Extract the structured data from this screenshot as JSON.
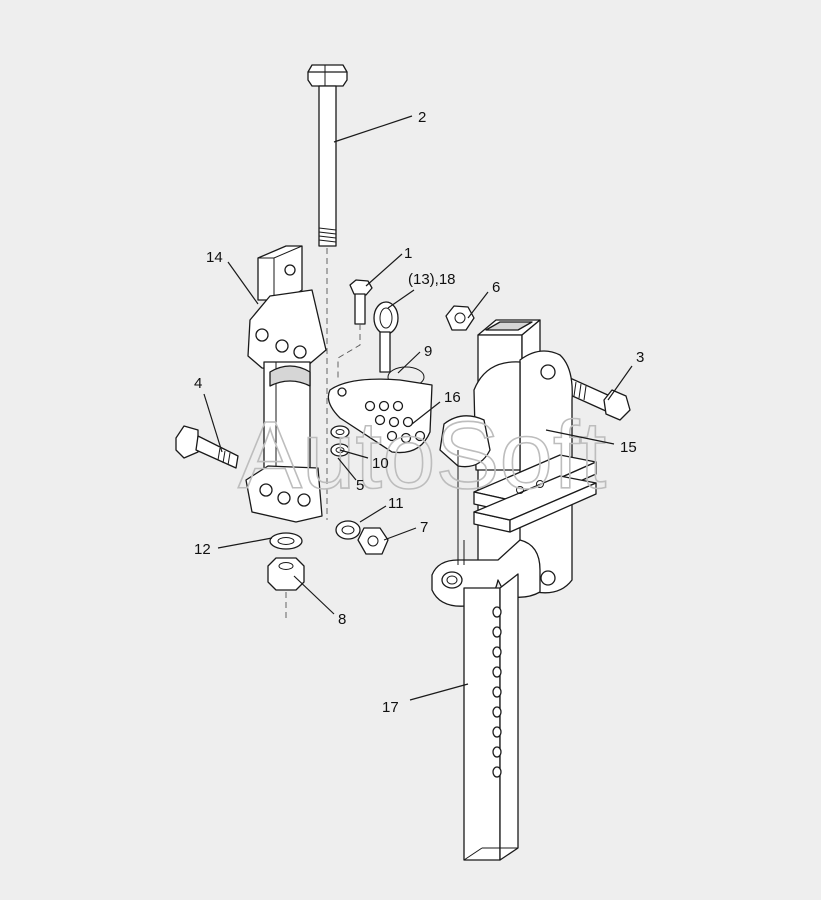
{
  "watermark": "AutoSoft",
  "labels": {
    "l1": "1",
    "l2": "2",
    "l3": "3",
    "l4": "4",
    "l5": "5",
    "l6": "6",
    "l7": "7",
    "l8": "8",
    "l9": "9",
    "l10": "10",
    "l11": "11",
    "l12": "12",
    "l13_18": "(13),18",
    "l14": "14",
    "l15": "15",
    "l16": "16",
    "l17": "17"
  },
  "colors": {
    "background": "#eeeeee",
    "line": "#1a1a1a",
    "watermark": "#bdbdbd"
  }
}
